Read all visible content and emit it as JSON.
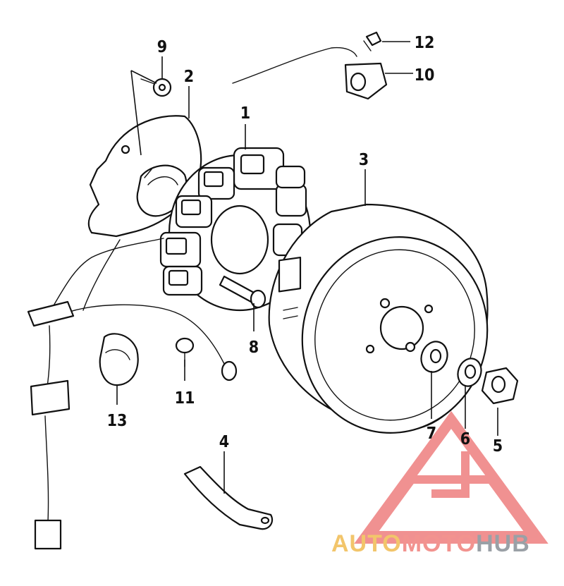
{
  "diagram": {
    "parts": [
      {
        "id": "stator",
        "number": "1"
      },
      {
        "id": "stator-base",
        "number": "2"
      },
      {
        "id": "flywheel-rotor",
        "number": "3"
      },
      {
        "id": "wire-clamp",
        "number": "4"
      },
      {
        "id": "nut",
        "number": "5"
      },
      {
        "id": "washer",
        "number": "6"
      },
      {
        "id": "woodruff-key-washer",
        "number": "7"
      },
      {
        "id": "stator-bolt",
        "number": "8"
      },
      {
        "id": "base-screw",
        "number": "9"
      },
      {
        "id": "pulse-generator",
        "number": "10"
      },
      {
        "id": "ground-screw",
        "number": "11"
      },
      {
        "id": "grommet",
        "number": "13"
      },
      {
        "id": "generator-screw",
        "number": "12"
      }
    ],
    "watermark": {
      "auto": "AUTO",
      "moto": "MOTO",
      "hub": "HUB",
      "colors": {
        "auto": "#f2c56b",
        "moto": "#f2938f",
        "hub": "#9aa0a6",
        "logo": "#ee7e7e"
      }
    }
  }
}
